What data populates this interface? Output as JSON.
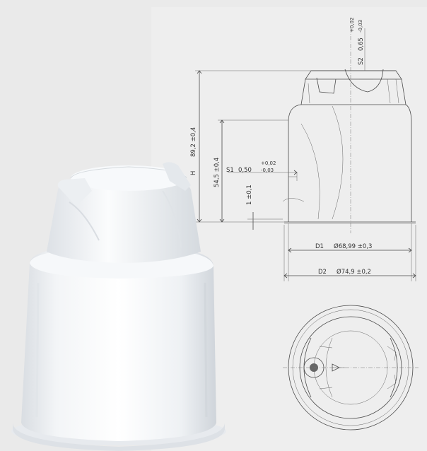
{
  "dimensions": {
    "height_total": "89,2 ±0,4",
    "h_label": "H",
    "height_mid": "54,5 ±0,4",
    "height_small": "1 ±0,1",
    "s1_label": "S1",
    "s1_value": "0,50",
    "s1_tol_plus": "+0,02",
    "s1_tol_minus": "-0,03",
    "s2_label": "S2",
    "s2_value": "0,65",
    "s2_tol_plus": "+0,02",
    "s2_tol_minus": "-0,03",
    "d1_label": "D1",
    "d1_value": "Ø68,99 ±0,3",
    "d2_label": "D2",
    "d2_value": "Ø74,9 ±0,2"
  },
  "colors": {
    "drawing_line": "#4a4a4a",
    "product_body": "#f4f6f8",
    "background": "#eaeaea"
  }
}
